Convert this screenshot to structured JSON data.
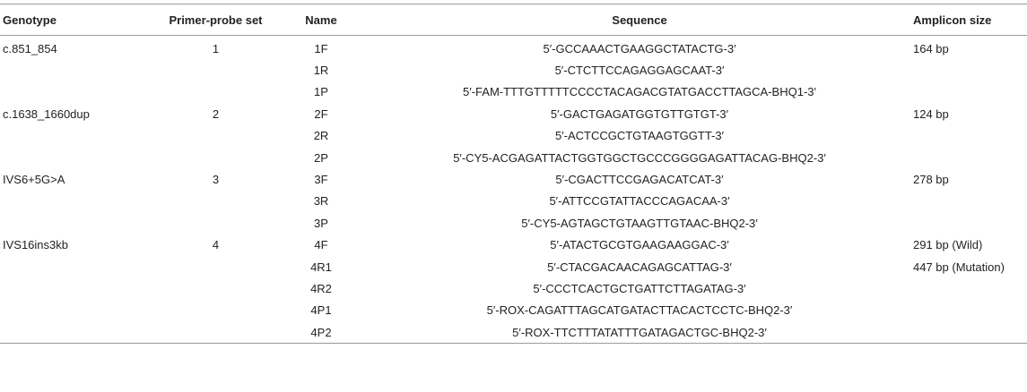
{
  "headers": {
    "genotype": "Genotype",
    "set": "Primer-probe set",
    "name": "Name",
    "sequence": "Sequence",
    "amplicon": "Amplicon size"
  },
  "rows": [
    {
      "genotype": "c.851_854",
      "set": "1",
      "name": "1F",
      "sequence": "5′-GCCAAACTGAAGGCTATACTG-3′",
      "amplicon": "164 bp"
    },
    {
      "genotype": "",
      "set": "",
      "name": "1R",
      "sequence": "5′-CTCTTCCAGAGGAGCAAT-3′",
      "amplicon": ""
    },
    {
      "genotype": "",
      "set": "",
      "name": "1P",
      "sequence": "5′-FAM-TTTGTTTTTCCCCTACAGACGTATGACCTTAGCA-BHQ1-3′",
      "amplicon": ""
    },
    {
      "genotype": "c.1638_1660dup",
      "set": "2",
      "name": "2F",
      "sequence": "5′-GACTGAGATGGTGTTGTGT-3′",
      "amplicon": "124 bp"
    },
    {
      "genotype": "",
      "set": "",
      "name": "2R",
      "sequence": "5′-ACTCCGCTGTAAGTGGTT-3′",
      "amplicon": ""
    },
    {
      "genotype": "",
      "set": "",
      "name": "2P",
      "sequence": "5′-CY5-ACGAGATTACTGGTGGCTGCCCGGGGAGATTACAG-BHQ2-3′",
      "amplicon": ""
    },
    {
      "genotype": "IVS6+5G>A",
      "set": "3",
      "name": "3F",
      "sequence": "5′-CGACTTCCGAGACATCAT-3′",
      "amplicon": "278 bp"
    },
    {
      "genotype": "",
      "set": "",
      "name": "3R",
      "sequence": "5′-ATTCCGTATTACCCAGACAA-3′",
      "amplicon": ""
    },
    {
      "genotype": "",
      "set": "",
      "name": "3P",
      "sequence": "5′-CY5-AGTAGCTGTAAGTTGTAAC-BHQ2-3′",
      "amplicon": ""
    },
    {
      "genotype": "IVS16ins3kb",
      "set": "4",
      "name": "4F",
      "sequence": "5′-ATACTGCGTGAAGAAGGAC-3′",
      "amplicon": "291 bp (Wild)"
    },
    {
      "genotype": "",
      "set": "",
      "name": "4R1",
      "sequence": "5′-CTACGACAACAGAGCATTAG-3′",
      "amplicon": "447 bp (Mutation)"
    },
    {
      "genotype": "",
      "set": "",
      "name": "4R2",
      "sequence": "5′-CCCTCACTGCTGATTCTTAGATAG-3′",
      "amplicon": ""
    },
    {
      "genotype": "",
      "set": "",
      "name": "4P1",
      "sequence": "5′-ROX-CAGATTTAGCATGATACTTACACTCCTC-BHQ2-3′",
      "amplicon": ""
    },
    {
      "genotype": "",
      "set": "",
      "name": "4P2",
      "sequence": "5′-ROX-TTCTTTATATTTGATAGACTGC-BHQ2-3′",
      "amplicon": ""
    }
  ]
}
